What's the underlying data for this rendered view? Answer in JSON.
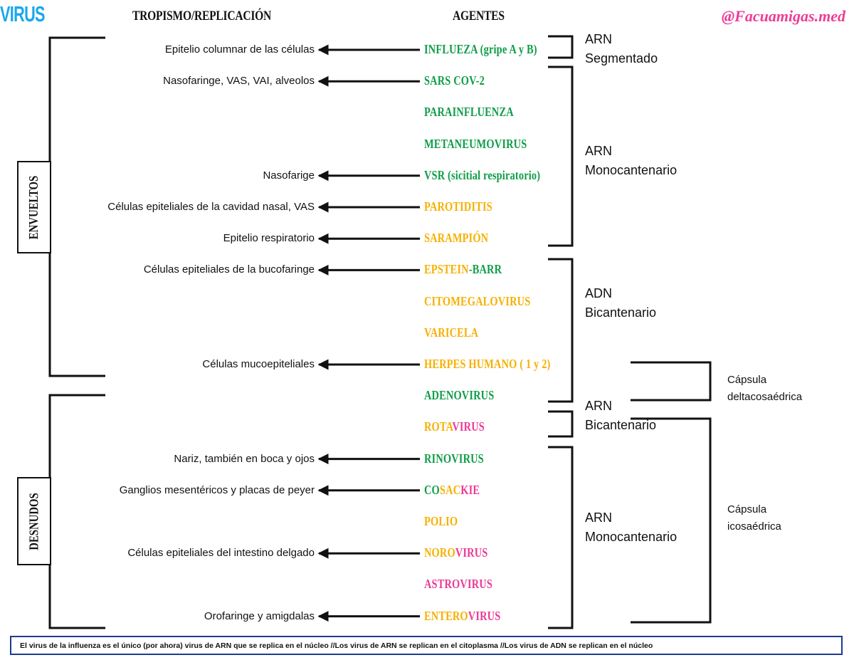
{
  "title": "VIRUS",
  "brand": "@Facuamigas.med",
  "headers": {
    "tropism": "TROPISMO/REPLICACIÓN",
    "agents": "AGENTES"
  },
  "side_labels": {
    "enveloped": "ENVUELTOS",
    "naked": "DESNUDOS"
  },
  "colors": {
    "green": "#0f9d48",
    "orange": "#f6b000",
    "pink": "#ec3a95",
    "title_blue": "#1aa7ec"
  },
  "agents": [
    {
      "parts": [
        {
          "text": "INFLUEZA (gripe A y B)",
          "color": "green"
        }
      ],
      "tropism": "Epitelio columnar de las células"
    },
    {
      "parts": [
        {
          "text": "SARS COV-2",
          "color": "green"
        }
      ],
      "tropism": "Nasofaringe, VAS, VAI, alveolos"
    },
    {
      "parts": [
        {
          "text": "PARAINFLUENZA",
          "color": "green"
        }
      ],
      "tropism": ""
    },
    {
      "parts": [
        {
          "text": "METANEUMOVIRUS",
          "color": "green"
        }
      ],
      "tropism": ""
    },
    {
      "parts": [
        {
          "text": "VSR (sicitial respiratorio)",
          "color": "green"
        }
      ],
      "tropism": "Nasofarige"
    },
    {
      "parts": [
        {
          "text": "PAROTIDITIS",
          "color": "orange"
        }
      ],
      "tropism": "Células epiteliales de la cavidad nasal, VAS"
    },
    {
      "parts": [
        {
          "text": "SARAMPIÓN",
          "color": "orange"
        }
      ],
      "tropism": "Epitelio respiratorio"
    },
    {
      "parts": [
        {
          "text": "EPSTEIN",
          "color": "orange"
        },
        {
          "text": "-BARR",
          "color": "green"
        }
      ],
      "tropism": "Células epiteliales de la bucofaringe"
    },
    {
      "parts": [
        {
          "text": "CITOMEGALOVIRUS",
          "color": "orange"
        }
      ],
      "tropism": ""
    },
    {
      "parts": [
        {
          "text": "VARICELA",
          "color": "orange"
        }
      ],
      "tropism": ""
    },
    {
      "parts": [
        {
          "text": "HERPES HUMANO ( 1 y 2)",
          "color": "orange"
        }
      ],
      "tropism": "Células mucoepiteliales"
    },
    {
      "parts": [
        {
          "text": "ADENOVIRUS",
          "color": "green"
        }
      ],
      "tropism": ""
    },
    {
      "parts": [
        {
          "text": "ROTA",
          "color": "orange"
        },
        {
          "text": "VIRUS",
          "color": "pink"
        }
      ],
      "tropism": ""
    },
    {
      "parts": [
        {
          "text": "RINOVIRUS",
          "color": "green"
        }
      ],
      "tropism": "Nariz, también en boca y ojos"
    },
    {
      "parts": [
        {
          "text": "CO",
          "color": "green"
        },
        {
          "text": "SAC",
          "color": "orange"
        },
        {
          "text": "KIE",
          "color": "pink"
        }
      ],
      "tropism": "Ganglios mesentéricos y placas de peyer"
    },
    {
      "parts": [
        {
          "text": "POLIO",
          "color": "orange"
        }
      ],
      "tropism": ""
    },
    {
      "parts": [
        {
          "text": "NORO",
          "color": "orange"
        },
        {
          "text": "VIRUS",
          "color": "pink"
        }
      ],
      "tropism": "Células epiteliales del intestino delgado"
    },
    {
      "parts": [
        {
          "text": "ASTROVIRUS",
          "color": "pink"
        }
      ],
      "tropism": ""
    },
    {
      "parts": [
        {
          "text": "ENTERO",
          "color": "orange"
        },
        {
          "text": "VIRUS",
          "color": "pink"
        }
      ],
      "tropism": "Orofaringe y amigdalas"
    }
  ],
  "groups": [
    {
      "line1": "ARN",
      "line2": "Segmentado"
    },
    {
      "line1": "ARN",
      "line2": "Monocantenario"
    },
    {
      "line1": "ADN",
      "line2": "Bicantenario"
    },
    {
      "line1": "ARN",
      "line2": "Bicantenario"
    },
    {
      "line1": "ARN",
      "line2": "Monocantenario"
    }
  ],
  "capsules": [
    {
      "line1": "Cápsula",
      "line2": "deltacosaédrica"
    },
    {
      "line1": "Cápsula",
      "line2": "icosaédrica"
    }
  ],
  "footer": "El virus de la influenza es el único (por ahora) virus de ARN que se replica en el núcleo //Los virus de ARN se replican en el citoplasma //Los virus de ADN se replican en el núcleo"
}
